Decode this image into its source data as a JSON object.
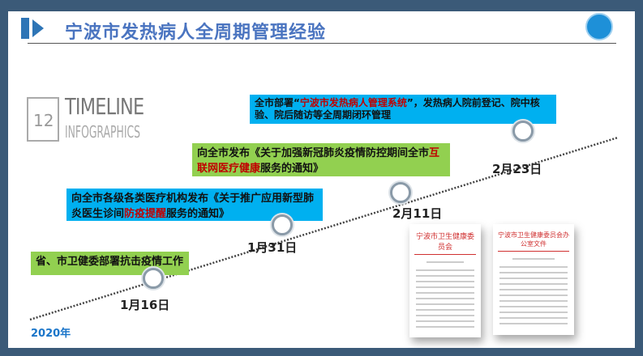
{
  "header": {
    "title": "宁波市发热病人全周期管理经验",
    "logo_icon": "health-commission-emblem"
  },
  "timeline_logo": {
    "number": "12",
    "word1": "TIMELINE",
    "word2": "INFOGRAPHICS"
  },
  "year": "2020年",
  "events": [
    {
      "date": "1月16日",
      "text": "省、市卫健委部署抗击疫情工作",
      "color": "#92d050"
    },
    {
      "date": "1月31日",
      "pre": "向全市各级各类医疗机构发布《关于推广应用新型肺炎医生诊间",
      "highlight": "防疫提醒",
      "post": "服务的通知》",
      "color": "#00b0f0"
    },
    {
      "date": "2月11日",
      "pre": "向全市发布《关于加强新冠肺炎疫情防控期间全市",
      "highlight": "互联网医疗健康",
      "post": "服务的通知》",
      "color": "#92d050"
    },
    {
      "date": "2月23日",
      "pre": "全市部署“",
      "highlight": "宁波市发热病人管理系统",
      "post": "”，发热病人院前登记、院中核验、院后随访等全周期闭环管理",
      "color": "#00b0f0"
    }
  ],
  "documents": [
    {
      "header": "宁波市卫生健康委员会"
    },
    {
      "header": "宁波市卫生健康委员会办公室文件"
    }
  ],
  "colors": {
    "title": "#4a74c0",
    "highlight": "#c00000",
    "frame": "#3b5a78"
  }
}
